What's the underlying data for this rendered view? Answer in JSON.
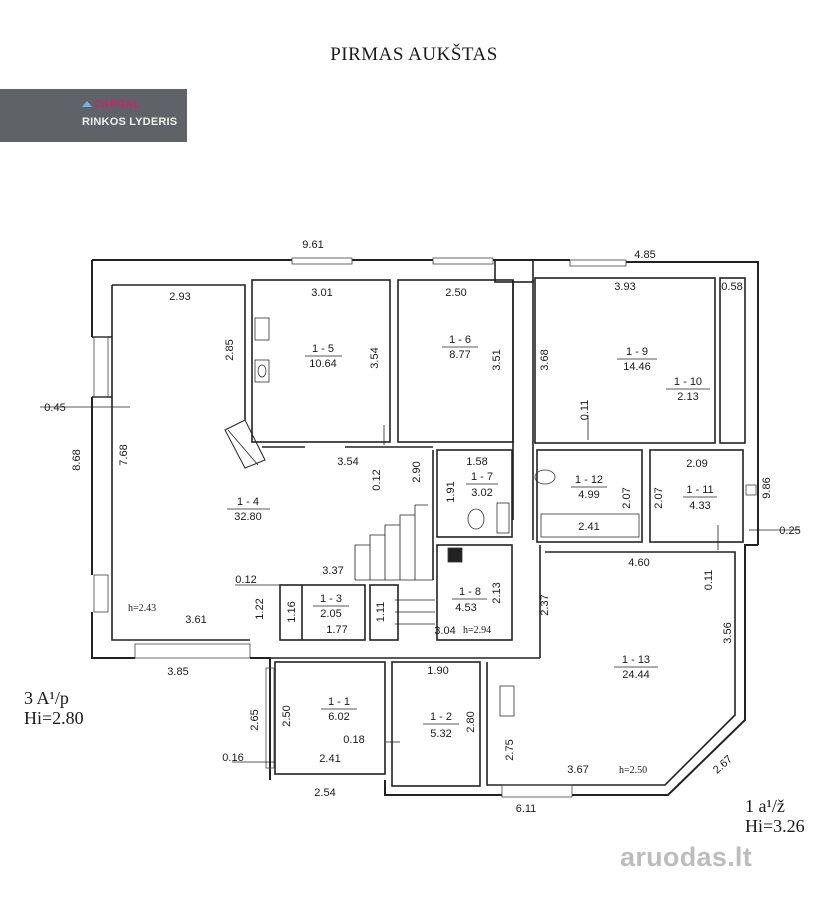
{
  "title": "PIRMAS AUKŠTAS",
  "logo": {
    "brand": "CAPITAL",
    "tagline": "RINKOS LYDERIS"
  },
  "rooms": [
    {
      "id": "1 - 1",
      "area": "6.02"
    },
    {
      "id": "1 - 2",
      "area": "5.32"
    },
    {
      "id": "1 - 3",
      "area": "2.05"
    },
    {
      "id": "1 - 4",
      "area": "32.80"
    },
    {
      "id": "1 - 5",
      "area": "10.64"
    },
    {
      "id": "1 - 6",
      "area": "8.77"
    },
    {
      "id": "1 - 7",
      "area": "3.02"
    },
    {
      "id": "1 - 8",
      "area": "4.53"
    },
    {
      "id": "1 - 9",
      "area": "14.46"
    },
    {
      "id": "1 - 10",
      "area": "2.13"
    },
    {
      "id": "1 - 11",
      "area": "4.33"
    },
    {
      "id": "1 - 12",
      "area": "4.99"
    },
    {
      "id": "1 - 13",
      "area": "24.44"
    }
  ],
  "dimensions": [
    "9.61",
    "4.85",
    "2.93",
    "3.01",
    "2.50",
    "3.93",
    "0.58",
    "2.85",
    "3.54",
    "3.51",
    "3.68",
    "0.11",
    "0.45",
    "8.68",
    "7.68",
    "3.54",
    "0.12",
    "2.90",
    "1.58",
    "1.91",
    "2.09",
    "9.86",
    "2.07",
    "2.07",
    "2.41",
    "0.25",
    "3.37",
    "4.60",
    "0.11",
    "0.12",
    "1.22",
    "1.16",
    "1.77",
    "1.11",
    "2.13",
    "2.37",
    "3.04",
    "3.56",
    "3.61",
    "3.85",
    "1.90",
    "2.65",
    "2.50",
    "2.80",
    "0.18",
    "0.16",
    "2.41",
    "2.75",
    "3.67",
    "2.67",
    "2.54",
    "6.11"
  ],
  "heights": {
    "h1": "h=2.43",
    "h2": "h=2.94",
    "h3": "h=2.50"
  },
  "meta_left": {
    "line1": "3 A¹/p",
    "line2": "Hi=2.80"
  },
  "meta_right": {
    "line1": "1 a¹/ž",
    "line2": "Hi=3.26"
  },
  "watermark": "aruodas.lt"
}
